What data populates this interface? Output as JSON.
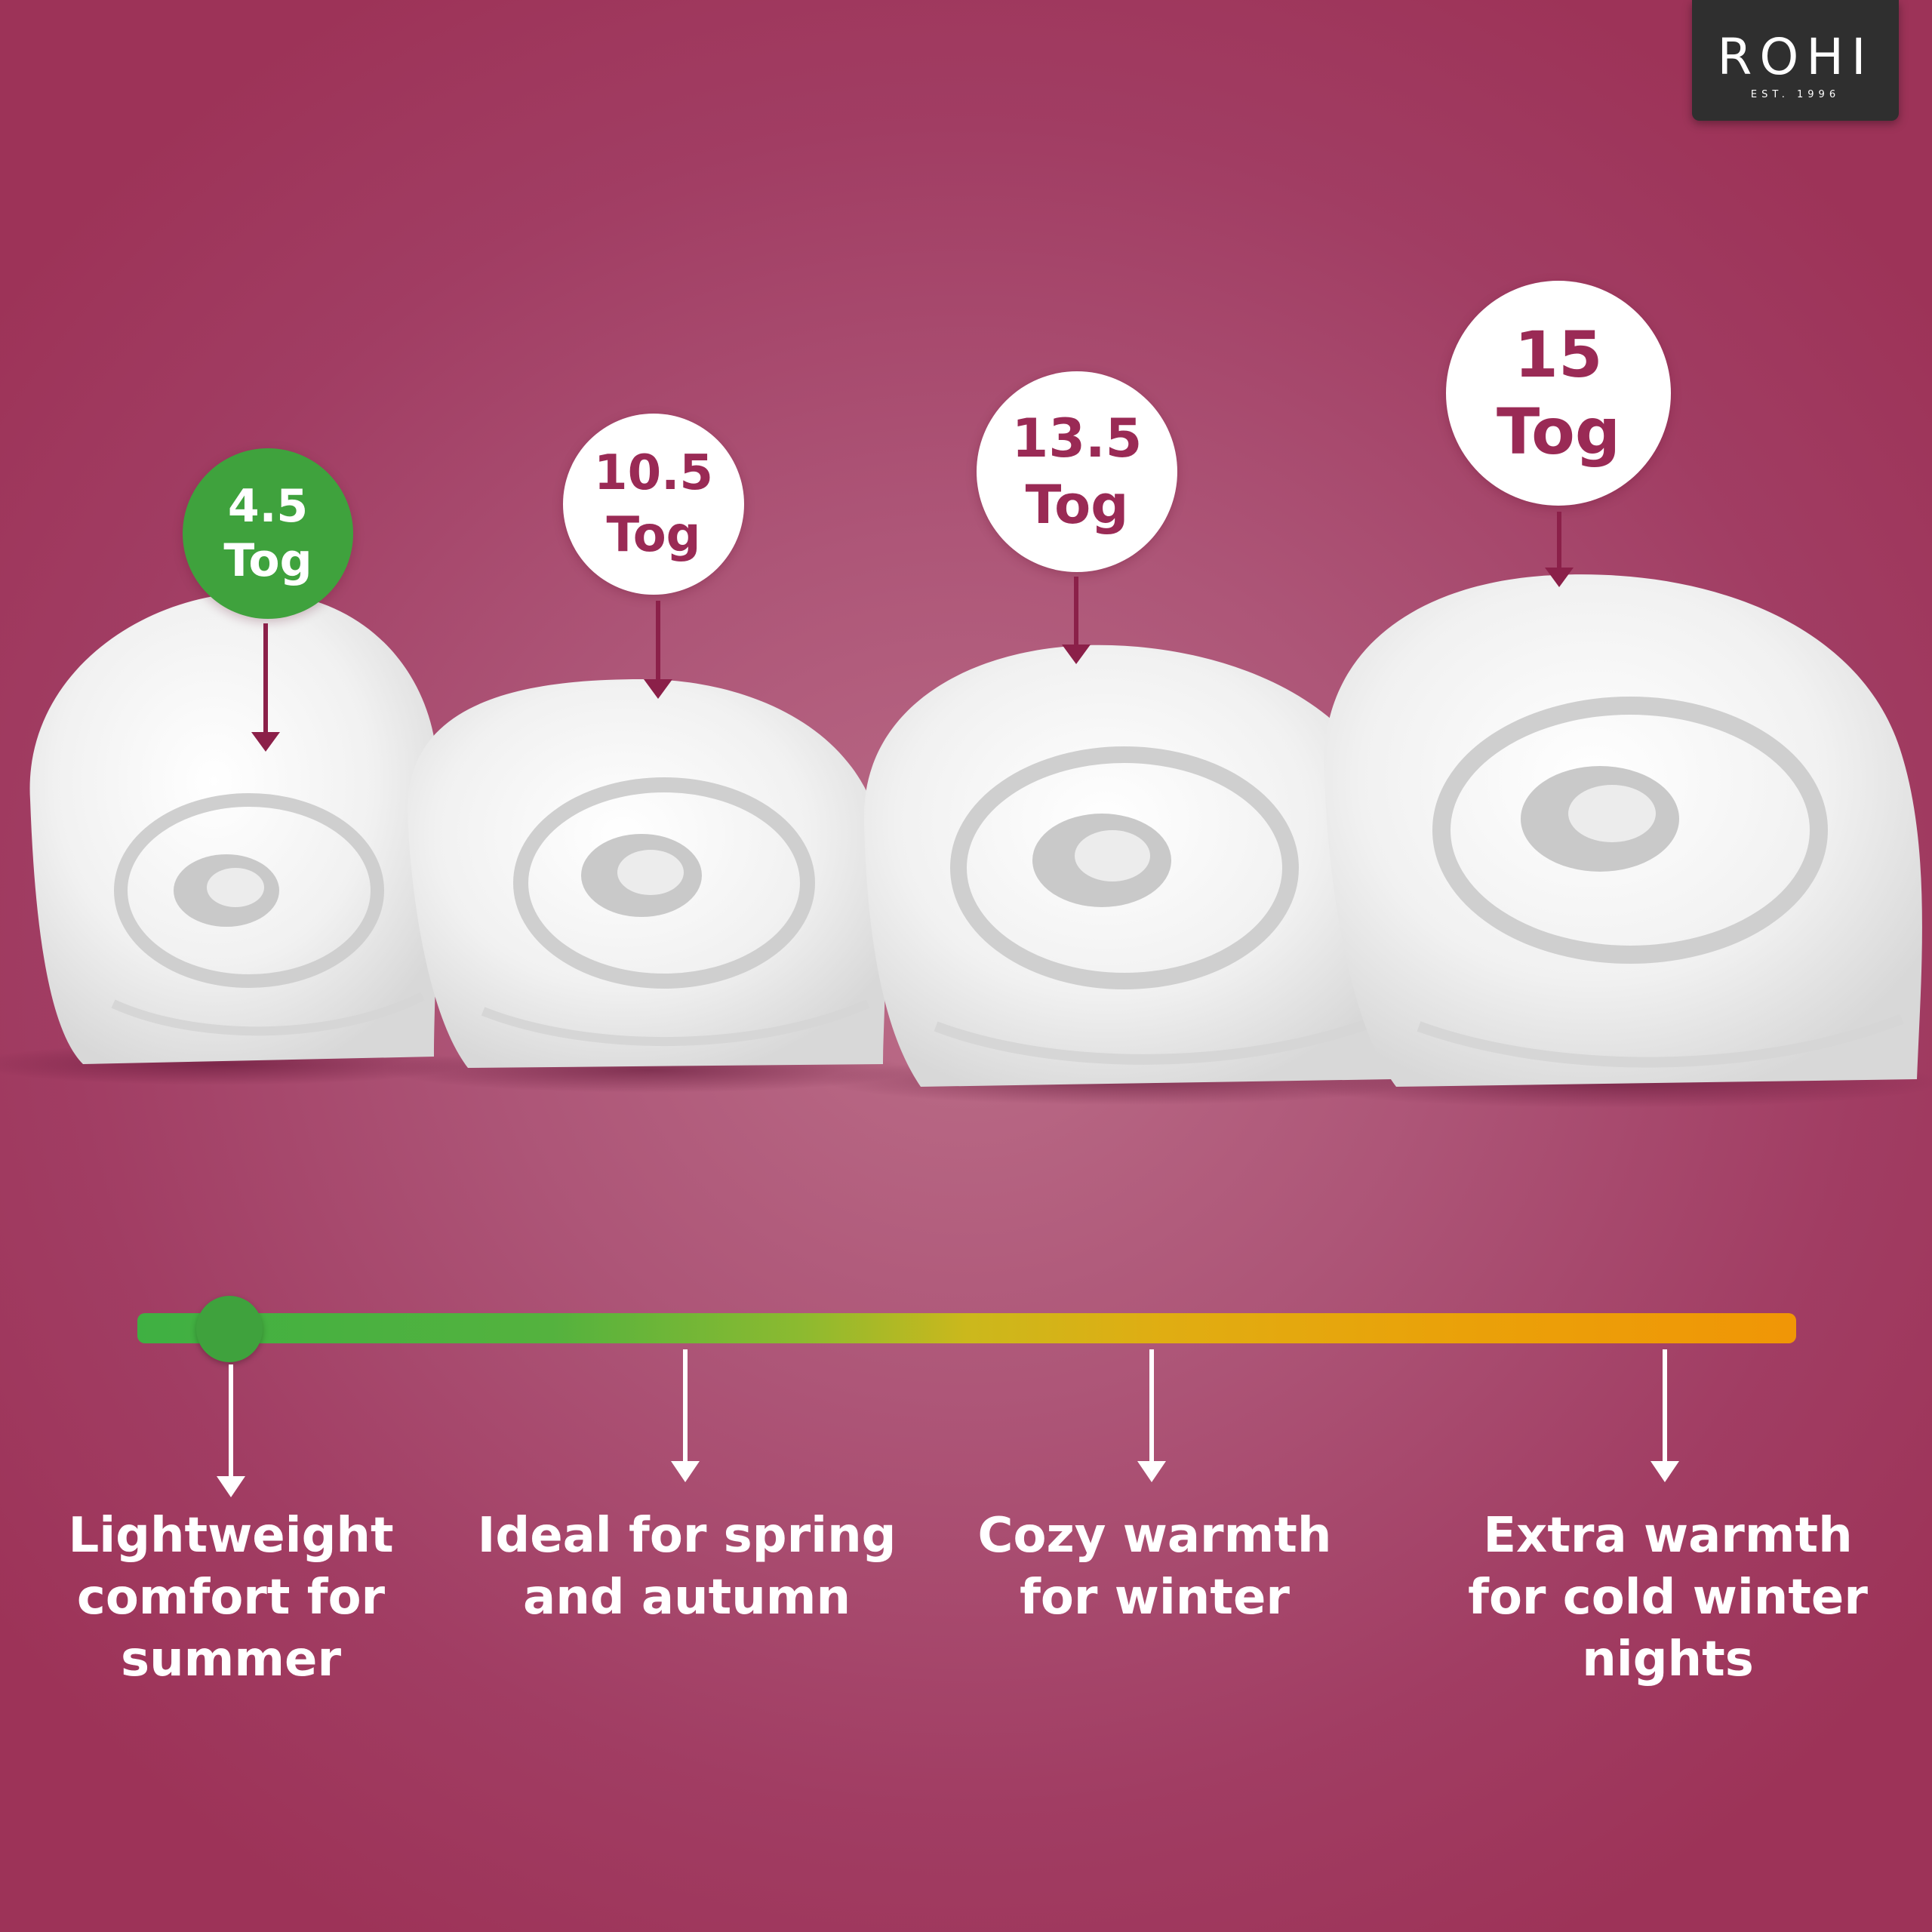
{
  "brand": {
    "name": "ROHI",
    "tagline": "EST. 1996"
  },
  "colors": {
    "background": "#a13d63",
    "accent": "#9a2a55",
    "green": "#3fa23d",
    "orange": "#f09606"
  },
  "togs": [
    {
      "value": "4.5",
      "unit": "Tog",
      "caption": "Lightweight\ncomfort for\nsummer",
      "selected": true
    },
    {
      "value": "10.5",
      "unit": "Tog",
      "caption": "Ideal for spring\nand autumn",
      "selected": false
    },
    {
      "value": "13.5",
      "unit": "Tog",
      "caption": "Cozy warmth\nfor winter",
      "selected": false
    },
    {
      "value": "15",
      "unit": "Tog",
      "caption": "Extra warmth\nfor cold winter\nnights",
      "selected": false
    }
  ],
  "scale": {
    "selected_index": 0
  }
}
